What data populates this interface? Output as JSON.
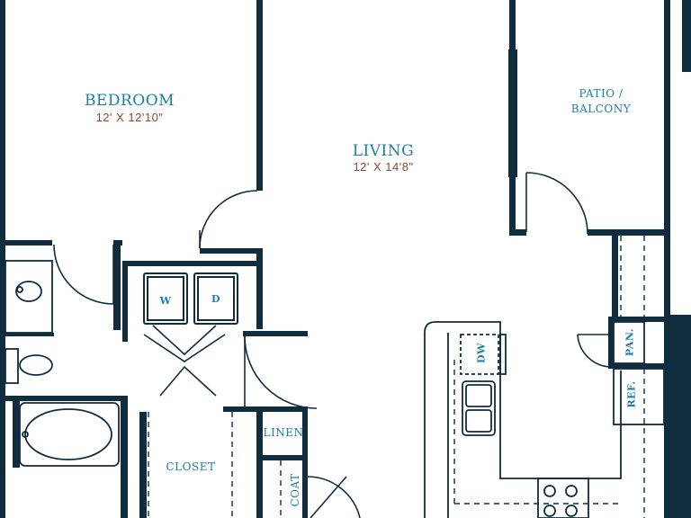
{
  "rooms": {
    "bedroom": {
      "name": "BEDROOM",
      "dim": "12' X 12'10\""
    },
    "living": {
      "name": "LIVING",
      "dim": "12' X 14'8\""
    },
    "patio": {
      "line1": "PATIO /",
      "line2": "BALCONY"
    },
    "closet": "CLOSET",
    "linen": "LINEN",
    "coat": "COAT",
    "pantry": "PAN.",
    "refrigerator": "REF.",
    "dishwasher": "DW",
    "washer": "W",
    "dryer": "D"
  },
  "colors": {
    "wall": "#0f2d3f",
    "label": "#1c7fa6",
    "dimension": "#8a4a2e"
  }
}
